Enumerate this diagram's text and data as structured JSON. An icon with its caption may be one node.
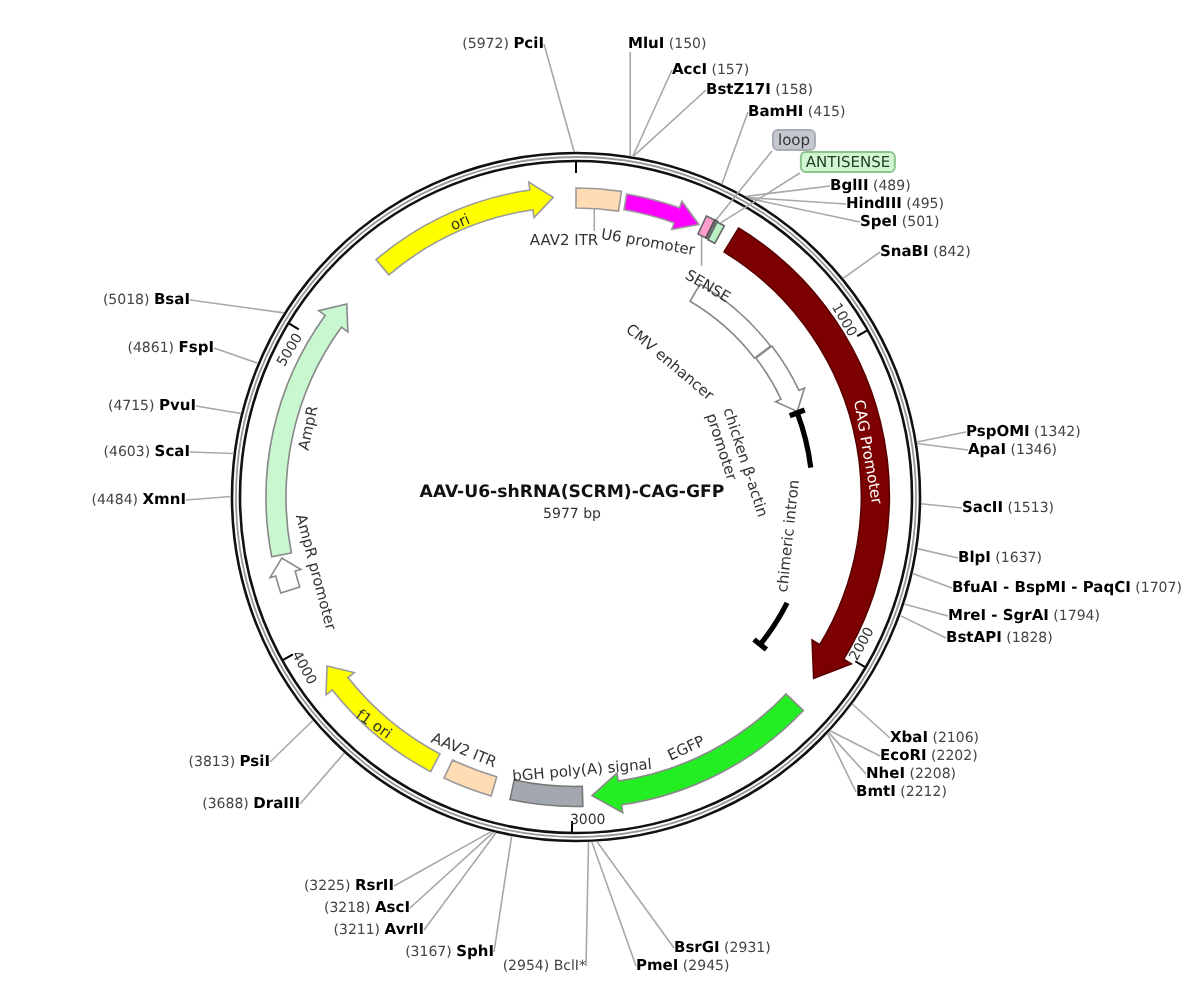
{
  "diagram": {
    "title": "AAV-U6-shRNA(SCRM)-CAG-GFP",
    "nodes": [
      {
        "text": [
          "ori"
        ]
      },
      {
        "text": [],
        "shape": "box"
      },
      {
        "text": [],
        "shape": "arrow",
        "beside": [
          "U6 promoter"
        ]
      },
      {
        "text": [],
        "shape": "box"
      },
      {
        "text": [],
        "shape": "box"
      },
      {
        "text": [],
        "shape": "box"
      },
      {
        "text": [
          "CAG Promoter"
        ]
      },
      {
        "text": [],
        "shape": "box",
        "beside": [
          "CMV enhancer"
        ]
      },
      {
        "text": [],
        "shape": "arrow",
        "beside": [
          "chicken β-actin promoter"
        ]
      },
      {
        "text": [
          "chimeric intron"
        ]
      },
      {
        "text": [],
        "shape": "arrow",
        "beside": [
          "EGFP"
        ]
      },
      {
        "text": [],
        "shape": "box",
        "beside": [
          "bGH poly(A) signal"
        ]
      },
      {
        "text": [],
        "shape": "box",
        "beside": [
          "AAV2 ITR"
        ]
      },
      {
        "text": [
          "f1 ori"
        ]
      },
      {
        "text": [],
        "shape": "arrow",
        "beside": [
          "AmpR promoter"
        ]
      },
      {
        "text": [],
        "shape": "arrow",
        "beside": [
          "AmpR"
        ]
      },
      {
        "text": [
          "SENSE"
        ]
      },
      {
        "text": [
          "loop"
        ]
      },
      {
        "text": [
          "ANTISENSE"
        ]
      },
      {
        "text": [
          "AAV2 ITR"
        ]
      },
      {
        "text": [
          "(5972) **PciI**"
        ]
      },
      {
        "text": [
          "**MluI** (150)"
        ]
      },
      {
        "text": [
          "**AccI** (157)"
        ]
      },
      {
        "text": [
          "**BstZ17I** (158)"
        ]
      },
      {
        "text": [
          "**BamHI** (415)"
        ]
      },
      {
        "text": [
          "**BglII** (489)"
        ]
      },
      {
        "text": [
          "**HindIII** (495)"
        ]
      },
      {
        "text": [
          "**SpeI** (501)"
        ]
      },
      {
        "text": [
          "**SnaBI** (842)"
        ]
      },
      {
        "text": [
          "**PspOMI** (1342)"
        ]
      },
      {
        "text": [
          "**ApaI** (1346)"
        ]
      },
      {
        "text": [
          "**SacII** (1513)"
        ]
      },
      {
        "text": [
          "**BlpI** (1637)"
        ]
      },
      {
        "text": [
          "**BfuAI - BspMI - PaqCI** (1707)"
        ]
      },
      {
        "text": [
          "**MreI - SgrAI** (1794)"
        ]
      },
      {
        "text": [
          "**BstAPI** (1828)"
        ]
      },
      {
        "text": [
          "**XbaI** (2106)"
        ]
      },
      {
        "text": [
          "**EcoRI** (2202)"
        ]
      },
      {
        "text": [
          "**NheI** (2208)"
        ]
      },
      {
        "text": [
          "**BmtI** (2212)"
        ]
      },
      {
        "text": [
          "**BsrGI** (2931)"
        ]
      },
      {
        "text": [
          "**PmeI** (2945)"
        ]
      },
      {
        "text": [
          "(2954) BclI*"
        ]
      },
      {
        "text": [
          "(3167) **SphI**"
        ]
      },
      {
        "text": [
          "(3211) **AvrII**"
        ]
      },
      {
        "text": [
          "(3218) **AscI**"
        ]
      },
      {
        "text": [
          "(3225) **RsrII**"
        ]
      },
      {
        "text": [
          "(3688) **DraIII**"
        ]
      },
      {
        "text": [
          "(3813) **PsiI**"
        ]
      },
      {
        "text": [
          "(4484) **XmnI**"
        ]
      },
      {
        "text": [
          "(4603) **ScaI**"
        ]
      },
      {
        "text": [
          "(4715) **PvuI**"
        ]
      },
      {
        "text": [
          "(4861) **FspI**"
        ]
      },
      {
        "text": [
          "(5018) **BsaI**"
        ]
      }
    ],
    "edges": [
      {
        "from": 16,
        "to": 3,
        "arrow": "none"
      },
      {
        "from": 17,
        "to": 4,
        "arrow": "none"
      },
      {
        "from": 18,
        "to": 5,
        "arrow": "none"
      },
      {
        "from": 19,
        "to": 1,
        "arrow": "none"
      },
      {
        "from": 20,
        "to": null,
        "arrow": "none"
      },
      {
        "from": 21,
        "to": null,
        "arrow": "none"
      },
      {
        "from": 22,
        "to": null,
        "arrow": "none"
      },
      {
        "from": 23,
        "to": null,
        "arrow": "none"
      },
      {
        "from": 24,
        "to": null,
        "arrow": "none"
      },
      {
        "from": 25,
        "to": null,
        "arrow": "none"
      },
      {
        "from": 26,
        "to": null,
        "arrow": "none"
      },
      {
        "from": 27,
        "to": null,
        "arrow": "none"
      },
      {
        "from": 28,
        "to": null,
        "arrow": "none"
      },
      {
        "from": 29,
        "to": null,
        "arrow": "none"
      },
      {
        "from": 30,
        "to": null,
        "arrow": "none"
      },
      {
        "from": 31,
        "to": null,
        "arrow": "none"
      },
      {
        "from": 32,
        "to": null,
        "arrow": "none"
      },
      {
        "from": 33,
        "to": null,
        "arrow": "none"
      },
      {
        "from": 34,
        "to": null,
        "arrow": "none"
      },
      {
        "from": 35,
        "to": null,
        "arrow": "none"
      },
      {
        "from": 36,
        "to": null,
        "arrow": "none"
      },
      {
        "from": 37,
        "to": null,
        "arrow": "none"
      },
      {
        "from": 38,
        "to": null,
        "arrow": "none"
      },
      {
        "from": 39,
        "to": null,
        "arrow": "none"
      },
      {
        "from": 40,
        "to": null,
        "arrow": "none"
      },
      {
        "from": 41,
        "to": null,
        "arrow": "none"
      },
      {
        "from": 42,
        "to": null,
        "arrow": "none"
      },
      {
        "from": 43,
        "to": null,
        "arrow": "none"
      },
      {
        "from": 44,
        "to": null,
        "arrow": "none"
      },
      {
        "from": 45,
        "to": null,
        "arrow": "none"
      },
      {
        "from": 46,
        "to": null,
        "arrow": "none"
      },
      {
        "from": 47,
        "to": null,
        "arrow": "none"
      },
      {
        "from": 48,
        "to": null,
        "arrow": "none"
      },
      {
        "from": 49,
        "to": null,
        "arrow": "none"
      },
      {
        "from": 50,
        "to": null,
        "arrow": "none"
      },
      {
        "from": 51,
        "to": null,
        "arrow": "none"
      },
      {
        "from": 52,
        "to": null,
        "arrow": "none"
      },
      {
        "from": 53,
        "to": null,
        "arrow": "none"
      }
    ],
    "labels": [
      "5977 bp",
      "1000",
      "2000",
      "3000",
      "4000",
      "5000"
    ]
  }
}
